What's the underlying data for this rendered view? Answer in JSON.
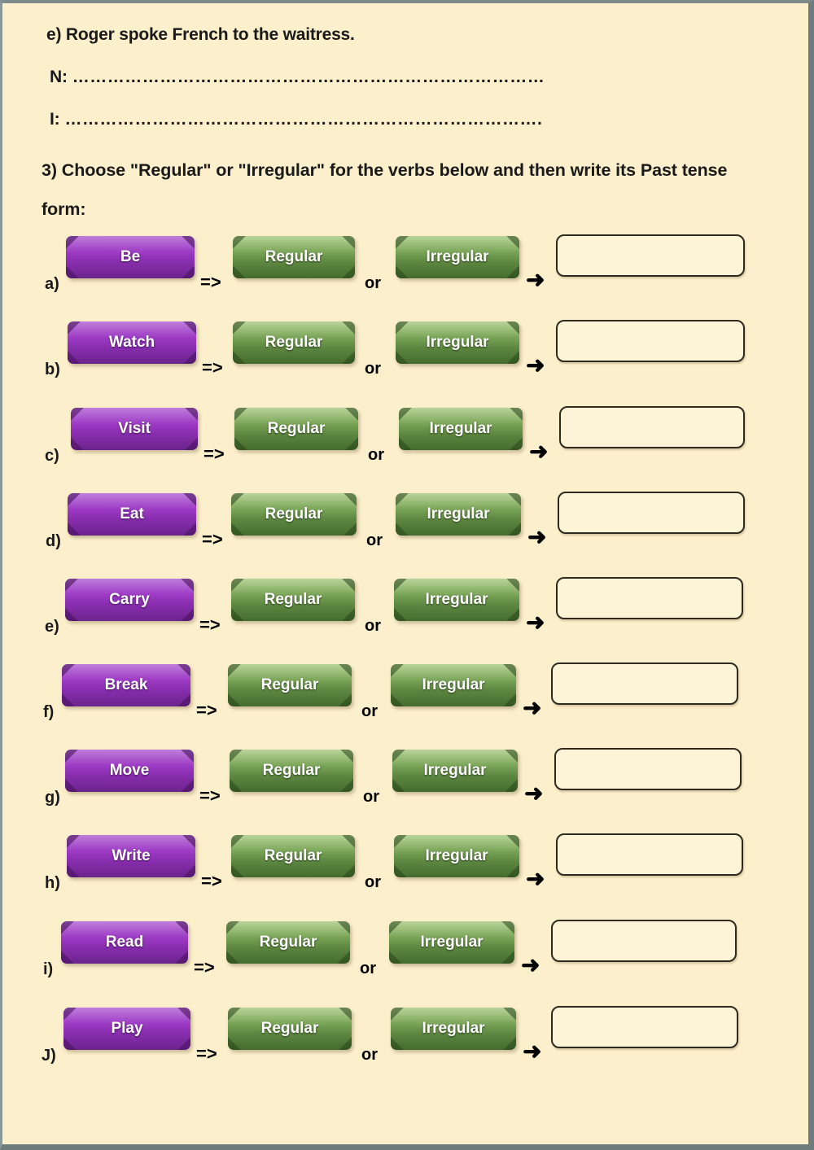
{
  "page": {
    "background_color": "#fcefcb",
    "frame_color": "#6f7c7c"
  },
  "header": {
    "sentence_e": "e) Roger spoke French to the waitress.",
    "blank_n_label": "N:",
    "blank_n_dots": "………………………………………………………………………",
    "blank_i_label": "I:",
    "blank_i_dots": "……………………………………………………………………….",
    "instruction": "3) Choose \"Regular\" or \"Irregular\" for the verbs below and then write its Past tense form:"
  },
  "connectors": {
    "implies": "=>",
    "or": "or",
    "arrow": "➜"
  },
  "options": {
    "regular": "Regular",
    "irregular": "Irregular"
  },
  "colors": {
    "verb_button": "#9832c2",
    "option_button": "#6f9d4b",
    "answer_box_border": "#2f2a20",
    "answer_box_fill": "#fdf3d6"
  },
  "rows": [
    {
      "letter": "a)",
      "verb": "Be",
      "answer": ""
    },
    {
      "letter": "b)",
      "verb": "Watch",
      "answer": ""
    },
    {
      "letter": "c)",
      "verb": "Visit",
      "answer": ""
    },
    {
      "letter": "d)",
      "verb": "Eat",
      "answer": ""
    },
    {
      "letter": "e)",
      "verb": "Carry",
      "answer": ""
    },
    {
      "letter": "f)",
      "verb": "Break",
      "answer": ""
    },
    {
      "letter": "g)",
      "verb": "Move",
      "answer": ""
    },
    {
      "letter": "h)",
      "verb": "Write",
      "answer": ""
    },
    {
      "letter": "i)",
      "verb": "Read",
      "answer": ""
    },
    {
      "letter": "J)",
      "verb": "Play",
      "answer": ""
    }
  ]
}
